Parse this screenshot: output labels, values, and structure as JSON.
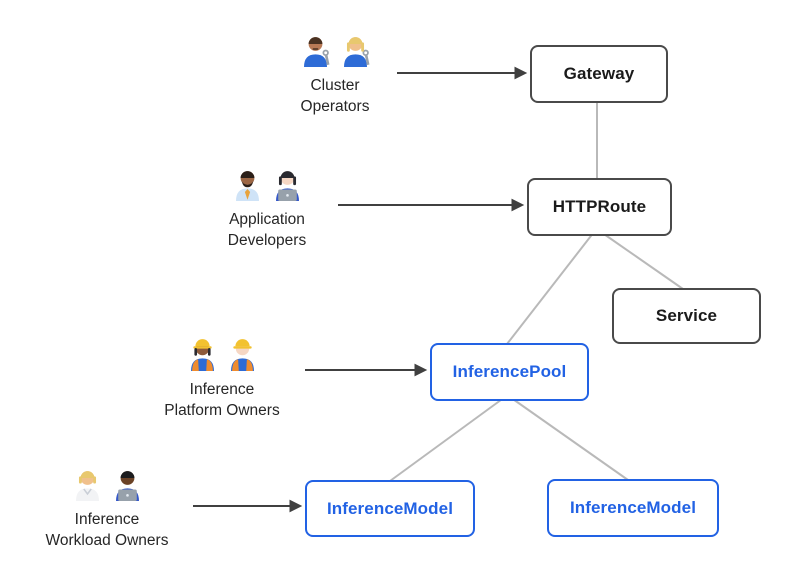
{
  "diagram": {
    "type": "resource-model-diagram",
    "background": "#ffffff"
  },
  "colors": {
    "core_node_border": "#4a4a4a",
    "core_node_text": "#1b1b1b",
    "extension_node": "#2262e4",
    "connector_line": "#b9b9b9",
    "arrow": "#404040"
  },
  "nodes": [
    {
      "id": "gateway",
      "label": "Gateway",
      "variant": "core"
    },
    {
      "id": "httproute",
      "label": "HTTPRoute",
      "variant": "core"
    },
    {
      "id": "service",
      "label": "Service",
      "variant": "core"
    },
    {
      "id": "inferencepool",
      "label": "InferencePool",
      "variant": "extension"
    },
    {
      "id": "inferencemodel-left",
      "label": "InferenceModel",
      "variant": "extension"
    },
    {
      "id": "inferencemodel-right",
      "label": "InferenceModel",
      "variant": "extension"
    }
  ],
  "personas": [
    {
      "id": "cluster-operators",
      "label1": "Cluster",
      "label2": "Operators",
      "icons": [
        "man-mechanic",
        "woman-mechanic"
      ]
    },
    {
      "id": "application-developers",
      "label1": "Application",
      "label2": "Developers",
      "icons": [
        "man-office-worker",
        "woman-technologist"
      ]
    },
    {
      "id": "inference-platform-owners",
      "label1": "Inference",
      "label2": "Platform Owners",
      "icons": [
        "woman-construction-worker",
        "man-construction-worker"
      ]
    },
    {
      "id": "inference-workload-owners",
      "label1": "Inference",
      "label2": "Workload Owners",
      "icons": [
        "person-health-worker",
        "person-technologist"
      ]
    }
  ],
  "arrows": [
    {
      "from": "Cluster Operators",
      "to": "Gateway"
    },
    {
      "from": "Application Developers",
      "to": "HTTPRoute"
    },
    {
      "from": "Inference Platform Owners",
      "to": "InferencePool"
    },
    {
      "from": "Inference Workload Owners",
      "to": "InferenceModel (left)"
    }
  ],
  "edges": [
    {
      "from": "Gateway",
      "to": "HTTPRoute"
    },
    {
      "from": "HTTPRoute",
      "to": "Service"
    },
    {
      "from": "HTTPRoute",
      "to": "InferencePool"
    },
    {
      "from": "InferencePool",
      "to": "InferenceModel (left)"
    },
    {
      "from": "InferencePool",
      "to": "InferenceModel (right)"
    }
  ]
}
